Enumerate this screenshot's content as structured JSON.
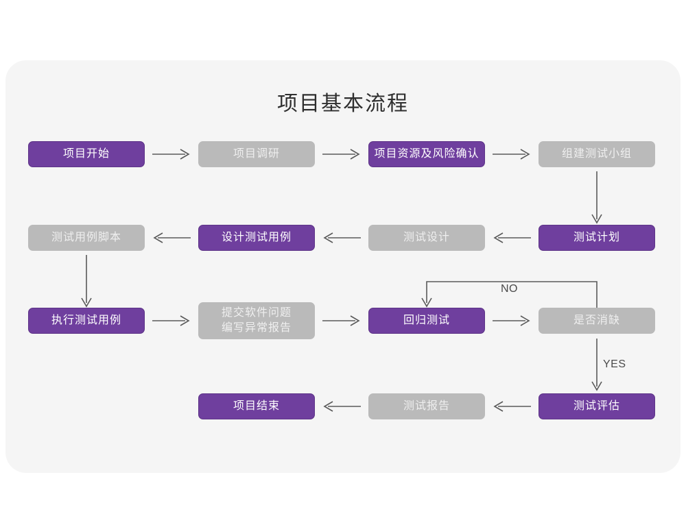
{
  "canvas": {
    "background": "#ffffff",
    "card_background": "#f5f5f5"
  },
  "colors": {
    "purple": "#6f3f9e",
    "purple_border": "#5d3387",
    "gray": "#bababa",
    "gray_text": "#efefef",
    "purple_text": "#ffffff",
    "arrow": "#595959",
    "title_text": "#2e2e2e"
  },
  "header": {
    "title": "项目基本流程"
  },
  "flow": {
    "nodes": [
      {
        "id": "n1",
        "label": "项目开始",
        "style": "purple",
        "row": 1
      },
      {
        "id": "n2",
        "label": "项目调研",
        "style": "gray",
        "row": 1
      },
      {
        "id": "n3",
        "label": "项目资源及风险确认",
        "style": "purple",
        "row": 1
      },
      {
        "id": "n4",
        "label": "组建测试小组",
        "style": "gray",
        "row": 1
      },
      {
        "id": "n5",
        "label": "测试用例脚本",
        "style": "gray",
        "row": 2
      },
      {
        "id": "n6",
        "label": "设计测试用例",
        "style": "purple",
        "row": 2
      },
      {
        "id": "n7",
        "label": "测试设计",
        "style": "gray",
        "row": 2
      },
      {
        "id": "n8",
        "label": "测试计划",
        "style": "purple",
        "row": 2
      },
      {
        "id": "n9",
        "label": "执行测试用例",
        "style": "purple",
        "row": 3
      },
      {
        "id": "n10",
        "label": "提交软件问题",
        "label2": "编写异常报告",
        "style": "gray",
        "row": 3
      },
      {
        "id": "n11",
        "label": "回归测试",
        "style": "purple",
        "row": 3
      },
      {
        "id": "n12",
        "label": "是否消缺",
        "style": "gray",
        "row": 3
      },
      {
        "id": "n13",
        "label": "项目结束",
        "style": "purple",
        "row": 4
      },
      {
        "id": "n14",
        "label": "测试报告",
        "style": "gray",
        "row": 4
      },
      {
        "id": "n15",
        "label": "测试评估",
        "style": "purple",
        "row": 4
      }
    ],
    "edge_labels": {
      "no": "NO",
      "yes": "YES"
    }
  }
}
